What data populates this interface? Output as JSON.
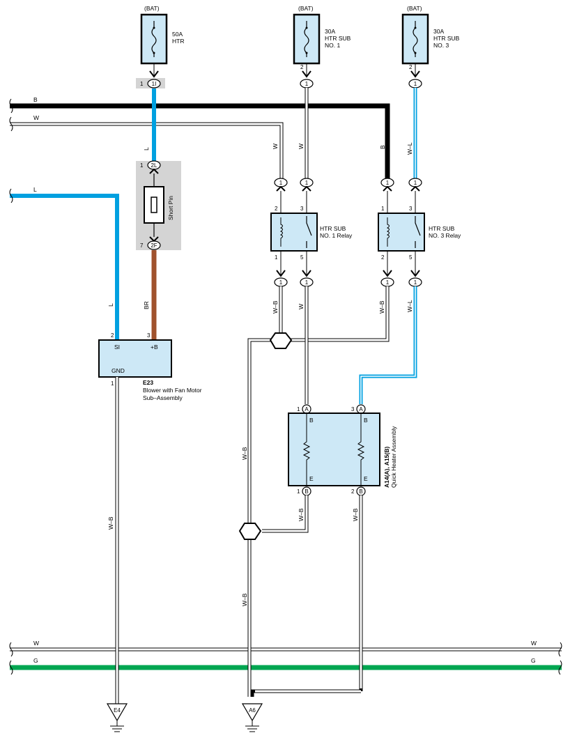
{
  "colors": {
    "wire_blue": "#00a0e0",
    "wire_brown": "#a0522d",
    "wire_green": "#00a651",
    "wire_black": "#000000",
    "component_fill": "#cde8f6",
    "connector_gray": "#d4d4d4"
  },
  "fuses": [
    {
      "bat": "(BAT)",
      "rating": "50A",
      "name": "HTR",
      "name2": ""
    },
    {
      "bat": "(BAT)",
      "rating": "30A",
      "name": "HTR SUB",
      "name2": "NO. 1"
    },
    {
      "bat": "(BAT)",
      "rating": "30A",
      "name": "HTR SUB",
      "name2": "NO. 3"
    }
  ],
  "fuse_pins": {
    "f1_pin": "1",
    "f1_conn": "1I",
    "f2_pin": "2",
    "f2_conn": "1",
    "f3_pin": "2",
    "f3_conn": "1"
  },
  "bus": {
    "b_top": "B",
    "w_top": "W",
    "l_left": "L",
    "w_bottom": "W",
    "g_bottom": "G"
  },
  "short_pin": {
    "label": "Short Pin",
    "top_pin": "1",
    "top_conn": "2L",
    "bottom_pin": "7",
    "bottom_conn": "2F"
  },
  "wire_colors": {
    "l": "L",
    "br": "BR",
    "w": "W",
    "b": "B",
    "wl": "W–L",
    "wb": "W–B"
  },
  "relays": [
    {
      "name": "HTR SUB",
      "name2": "NO. 1 Relay",
      "p_tl": "2",
      "p_tr": "3",
      "p_bl": "1",
      "p_br": "5"
    },
    {
      "name": "HTR SUB",
      "name2": "NO. 3 Relay",
      "p_tl": "1",
      "p_tr": "3",
      "p_bl": "2",
      "p_br": "5"
    }
  ],
  "inline_conn": "1",
  "blower": {
    "code": "E23",
    "name": "Blower with Fan Motor",
    "name2": "Sub–Assembly",
    "si": "SI",
    "plus_b": "+B",
    "gnd": "GND",
    "pin_si": "2",
    "pin_b": "3",
    "pin_gnd": "1"
  },
  "heater": {
    "code": "A14(A), A15(B)",
    "name": "Quick Heater Assembly",
    "b": "B",
    "e": "E",
    "pin1": "1",
    "pin3": "3",
    "pin1b": "1",
    "pin2b": "2",
    "conn_a": "A",
    "conn_b": "B"
  },
  "grounds": [
    "E4",
    "A6"
  ]
}
